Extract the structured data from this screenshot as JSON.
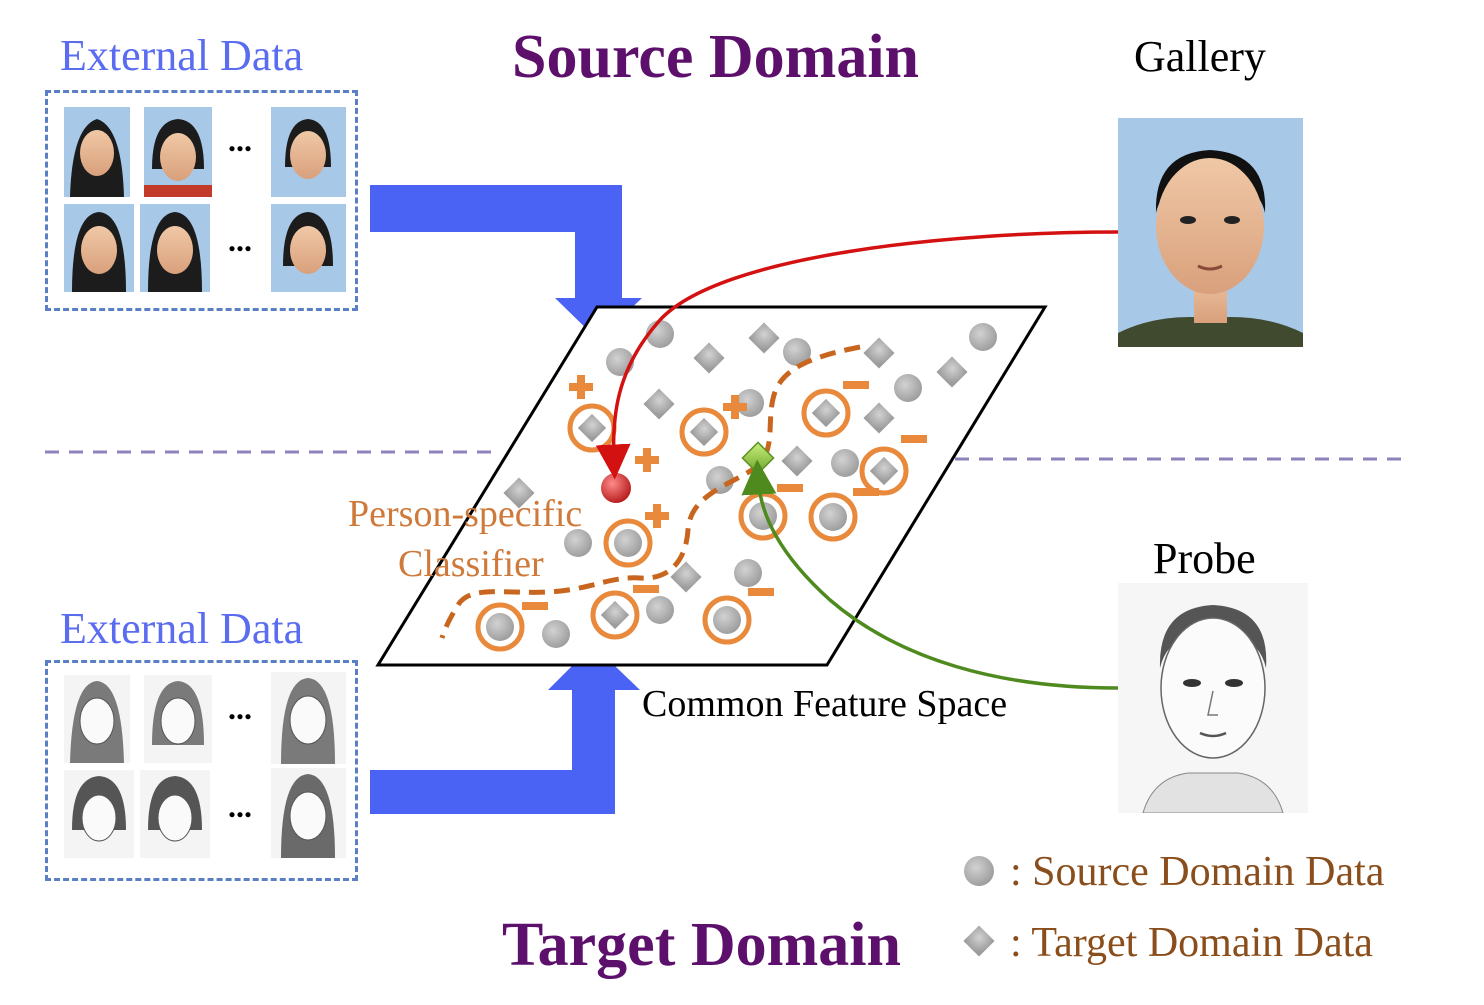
{
  "labels": {
    "external_top": "External Data",
    "external_bottom": "External Data",
    "source_domain": "Source Domain",
    "target_domain": "Target Domain",
    "gallery": "Gallery",
    "probe": "Probe",
    "common_feature_space": "Common Feature Space",
    "person_specific": "Person-specific",
    "classifier": "Classifier",
    "ellipsis": "..."
  },
  "legend": {
    "source": ": Source Domain Data",
    "target": ": Target  Domain Data"
  },
  "colors": {
    "arrow_blue": "#4a63f5",
    "orange": "#e8893c",
    "dashed_curve": "#c8661f",
    "gray_marker": "#a9a9a9",
    "gallery_arrow": "#d41111",
    "probe_arrow": "#4e8a1e",
    "divider": "#8f82bb",
    "photo_bg": "#a8c8e8"
  }
}
